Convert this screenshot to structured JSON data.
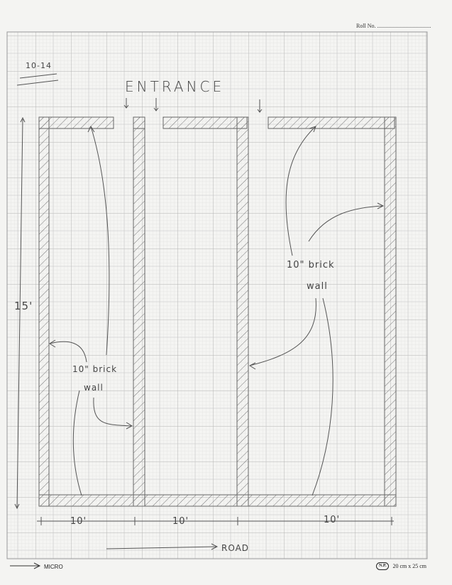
{
  "header": {
    "roll_label": "Roll No. ......................................"
  },
  "annotations": {
    "page_number": "10-14",
    "entrance": "ENTRANCE",
    "left_wall_line1": "10\" brick",
    "left_wall_line2": "wall",
    "right_wall_line1": "10\" brick",
    "right_wall_line2": "wall",
    "height": "15'",
    "width_room1": "10'",
    "width_room2": "10'",
    "width_room3": "10'",
    "road": "ROAD"
  },
  "footer": {
    "brand": "MICRO",
    "badge": "N.P.",
    "paper_size": "20 cm x 25 cm"
  },
  "colors": {
    "paper": "#f4f4f2",
    "grid_fine": "#d9d9d9",
    "grid_major": "#b0b0b0",
    "pencil": "#555555"
  }
}
